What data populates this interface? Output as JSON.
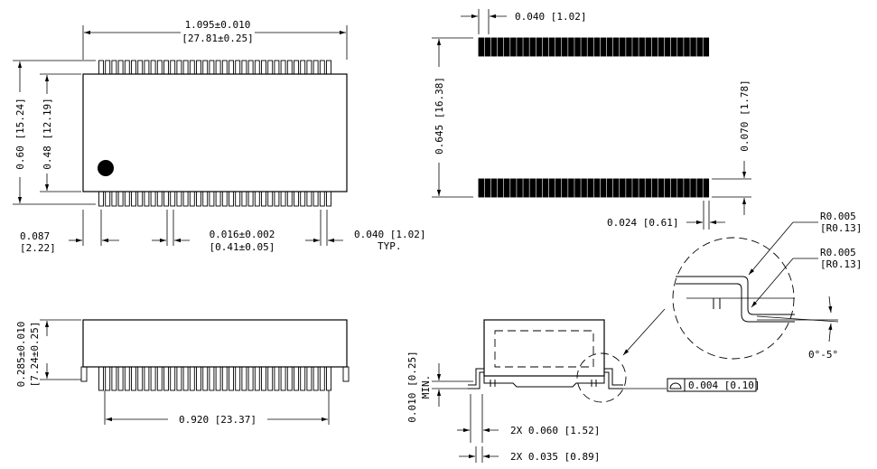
{
  "top_view": {
    "pin_count_per_side": 36,
    "dim_length": "1.095±0.010",
    "dim_length_mm": "[27.81±0.25]",
    "dim_height_inner": "0.48 [12.19]",
    "dim_height_outer": "0.60 [15.24]",
    "dim_offset": "0.087",
    "dim_offset_mm": "[2.22]",
    "dim_pin_width": "0.016±0.002",
    "dim_pin_width_mm": "[0.41±0.05]",
    "dim_pitch": "0.040 [1.02]",
    "dim_pitch_note": "TYP."
  },
  "side_view": {
    "dim_height": "0.285±0.010",
    "dim_height_mm": "[7.24±0.25]",
    "dim_span": "0.920 [23.37]"
  },
  "footprint": {
    "pads_per_side": 36,
    "dim_pad_width": "0.040 [1.02]",
    "dim_row_span": "0.645 [16.38]",
    "dim_pad_length": "0.070 [1.78]",
    "dim_pad_gap": "0.024 [0.61]"
  },
  "end_view": {
    "dim_standoff": "0.010 [0.25]",
    "dim_standoff_note": "MIN.",
    "dim_lead_a": "2X 0.060 [1.52]",
    "dim_lead_b": "2X 0.035 [0.89]",
    "coplanarity": "0.004 [0.10]"
  },
  "detail": {
    "radius_1": "R0.005",
    "radius_1_mm": "[R0.13]",
    "radius_2": "R0.005",
    "radius_2_mm": "[R0.13]",
    "angle": "0°-5°"
  }
}
